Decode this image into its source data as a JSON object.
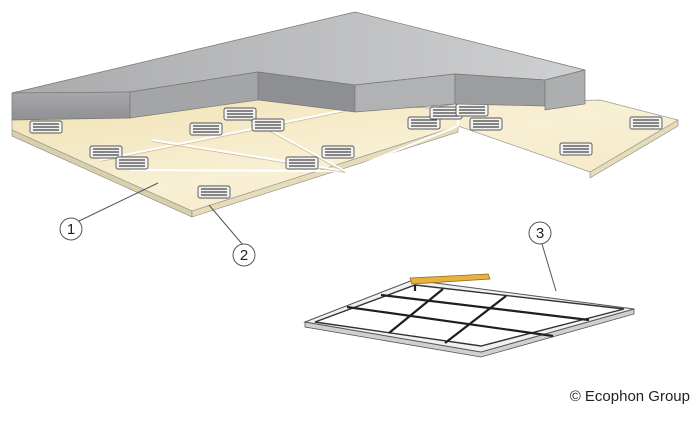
{
  "callouts": [
    {
      "label": "1"
    },
    {
      "label": "2"
    },
    {
      "label": "3"
    }
  ],
  "copyright": "© Ecophon Group",
  "colors": {
    "slab_top": "#bfc0c2",
    "slab_front": "#9d9ea0",
    "slab_side": "#8c8d90",
    "panel": "#f6ecc9",
    "panel_edge": "#ffffff",
    "vent": "#555555",
    "frame": "#e9e9e9",
    "grid": "#222222",
    "accent_strip": "#e8b23c"
  }
}
